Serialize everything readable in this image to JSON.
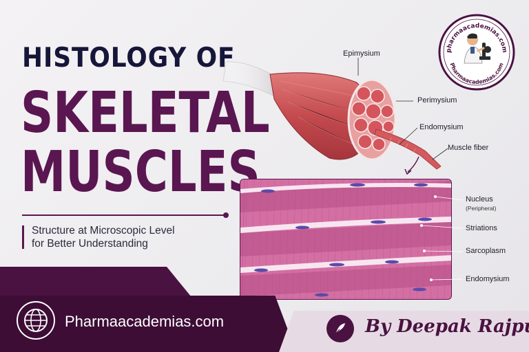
{
  "title": {
    "line1": "HISTOLOGY OF",
    "line2": "SKELETAL",
    "line3": "MUSCLES"
  },
  "subtitle": {
    "line1": "Structure at Microscopic Level",
    "line2": "for Better Understanding"
  },
  "badge": {
    "text_top": "pharmaacademias.com",
    "text_bottom": "Pharmaacademias.com"
  },
  "diagram_labels": {
    "epimysium": "Epimysium",
    "perimysium": "Perimysium",
    "endomysium": "Endomysium",
    "muscle_fiber": "Muscle fiber"
  },
  "micro_labels": {
    "nucleus": "Nucleus",
    "nucleus_sub": "(Peripheral)",
    "striations": "Striations",
    "sarcoplasm": "Sarcoplasm",
    "endomysium": "Endomysium"
  },
  "footer": {
    "website": "Pharmaacademias.com",
    "author": "By Deepak Rajput"
  },
  "icons": {
    "globe": "globe-icon",
    "pen": "pen-nib-icon"
  },
  "colors": {
    "navy": "#16163a",
    "plum": "#5a1650",
    "footer_purple": "#4a1240",
    "footer_light": "#e6dbe5",
    "muscle_red": "#c24a4e",
    "stain_pink": "#d46fa3"
  }
}
